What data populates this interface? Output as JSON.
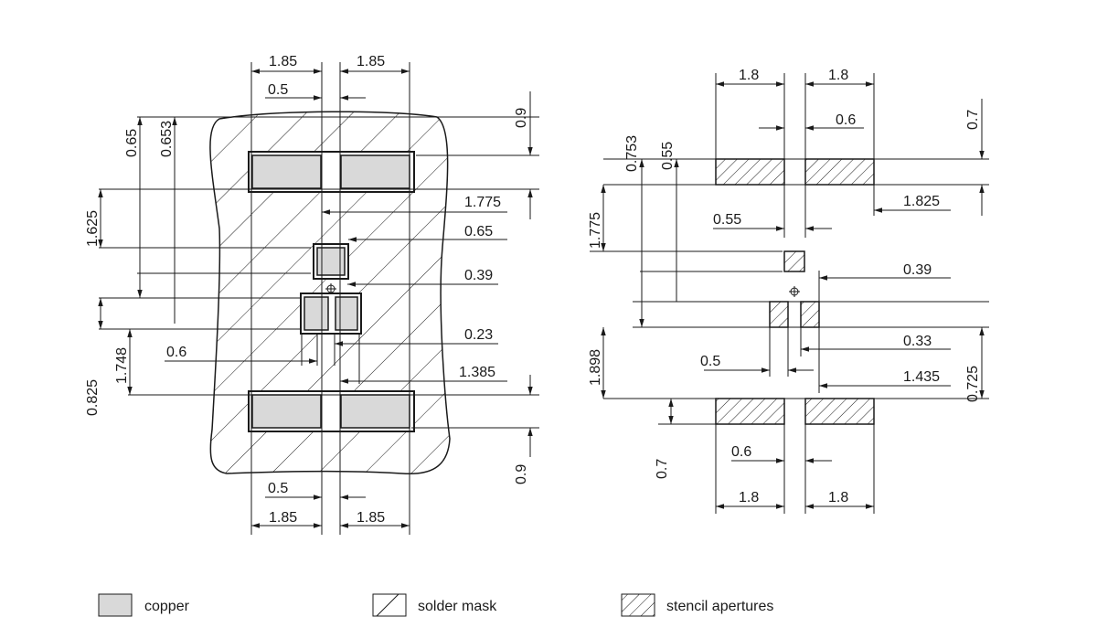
{
  "left": {
    "top_1_85_a": "1.85",
    "top_1_85_b": "1.85",
    "top_0_5": "0.5",
    "right_0_9_top": "0.9",
    "v_0_65": "0.65",
    "v_0_653": "0.653",
    "h_1_775": "1.775",
    "v_1_625": "1.625",
    "h_0_65": "0.65",
    "h_0_39": "0.39",
    "h_0_23": "0.23",
    "h_0_6": "0.6",
    "v_1_748": "1.748",
    "h_1_385": "1.385",
    "v_0_825": "0.825",
    "right_0_9_bot": "0.9",
    "bot_0_5": "0.5",
    "bot_1_85_a": "1.85",
    "bot_1_85_b": "1.85"
  },
  "right": {
    "top_1_8_a": "1.8",
    "top_1_8_b": "1.8",
    "h_0_6_top": "0.6",
    "right_0_7_top": "0.7",
    "v_0_753": "0.753",
    "v_0_55": "0.55",
    "h_1_825": "1.825",
    "v_1_775": "1.775",
    "h_0_55": "0.55",
    "h_0_39": "0.39",
    "h_0_33": "0.33",
    "h_0_5": "0.5",
    "v_1_898": "1.898",
    "h_1_435": "1.435",
    "right_0_725": "0.725",
    "left_0_7_bot": "0.7",
    "h_0_6_bot": "0.6",
    "bot_1_8_a": "1.8",
    "bot_1_8_b": "1.8"
  },
  "legend": {
    "copper": "copper",
    "solder_mask": "solder mask",
    "stencil": "stencil apertures"
  }
}
